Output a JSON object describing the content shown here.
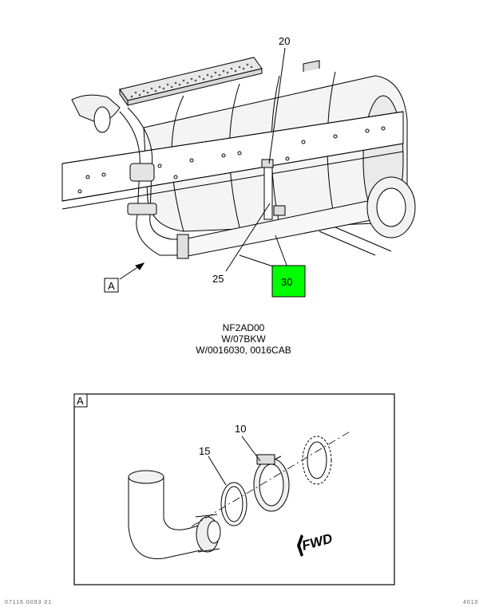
{
  "callouts": {
    "top_20": "20",
    "top_25": "25",
    "top_30": "30",
    "view_a": "A",
    "detail_a": "A",
    "detail_10": "10",
    "detail_15": "15"
  },
  "caption": {
    "line1": "NF2AD00",
    "line2": "W/07BKW",
    "line3": "W/0016030, 0016CAB"
  },
  "fwd_label": "FWD",
  "colors": {
    "highlight": "#00ff00",
    "line": "#000000",
    "background": "#ffffff"
  },
  "footer": {
    "left": "07116 0093 01",
    "right": "4010"
  }
}
